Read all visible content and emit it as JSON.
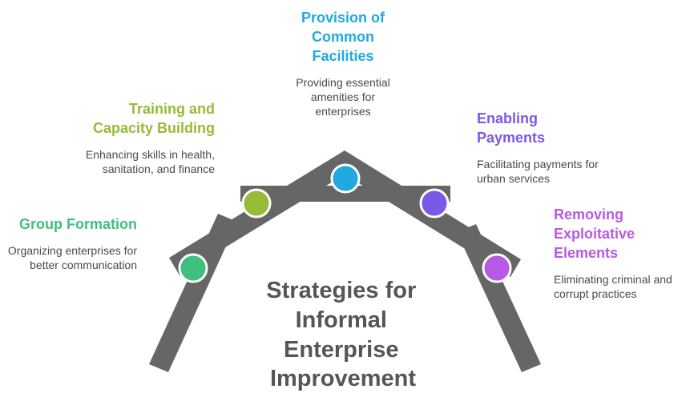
{
  "title": [
    "Strategies for",
    "Informal",
    "Enterprise",
    "Improvement"
  ],
  "strategies": [
    {
      "name": "Group Formation",
      "description": "Organizing enterprises for better communication",
      "color": "#3ec07f"
    },
    {
      "name": "Training and Capacity Building",
      "description": "Enhancing skills in health, sanitation, and finance",
      "color": "#97bb36"
    },
    {
      "name": "Provision of Common Facilities",
      "description": "Providing essential amenities for enterprises",
      "color": "#20a9dd"
    },
    {
      "name": "Enabling Payments",
      "description": "Facilitating payments for urban services",
      "color": "#7b58e6"
    },
    {
      "name": "Removing Exploitative Elements",
      "description": "Eliminating criminal and corrupt practices",
      "color": "#b759e5"
    }
  ],
  "frame_color": "#666666"
}
